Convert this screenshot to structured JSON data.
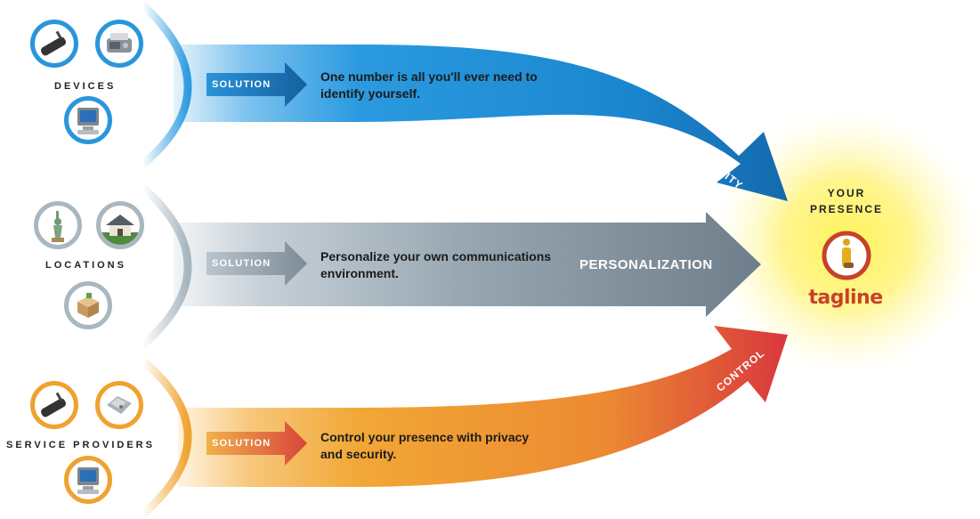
{
  "colors": {
    "blue": "#1e8fd6",
    "blue_dark": "#1566a8",
    "gray": "#8a9aa6",
    "gray_dark": "#6f7f8b",
    "orange": "#f0a22e",
    "red": "#d9373c",
    "glow": "#fff25a",
    "brand": "#c7412a"
  },
  "groups": [
    {
      "label": "DEVICES",
      "icons": [
        "cell-phone-icon",
        "fax-machine-icon",
        "desktop-computer-icon"
      ],
      "solution_label": "SOLUTION",
      "message": "One number is all you'll ever need to identify yourself.",
      "band_label": "IDENTITY"
    },
    {
      "label": "LOCATIONS",
      "icons": [
        "statue-of-liberty-icon",
        "house-icon",
        "package-box-icon"
      ],
      "solution_label": "SOLUTION",
      "message": "Personalize your own communications environment.",
      "band_label": "PERSONALIZATION"
    },
    {
      "label": "SERVICE PROVIDERS",
      "icons": [
        "cell-phone-icon",
        "phone-icon",
        "desktop-computer-icon"
      ],
      "solution_label": "SOLUTION",
      "message": "Control your presence with privacy and security.",
      "band_label": "CONTROL"
    }
  ],
  "presence": {
    "line1": "YOUR",
    "line2": "PRESENCE",
    "logo_icon": "tagline-logo-icon",
    "brand": "tagline"
  }
}
